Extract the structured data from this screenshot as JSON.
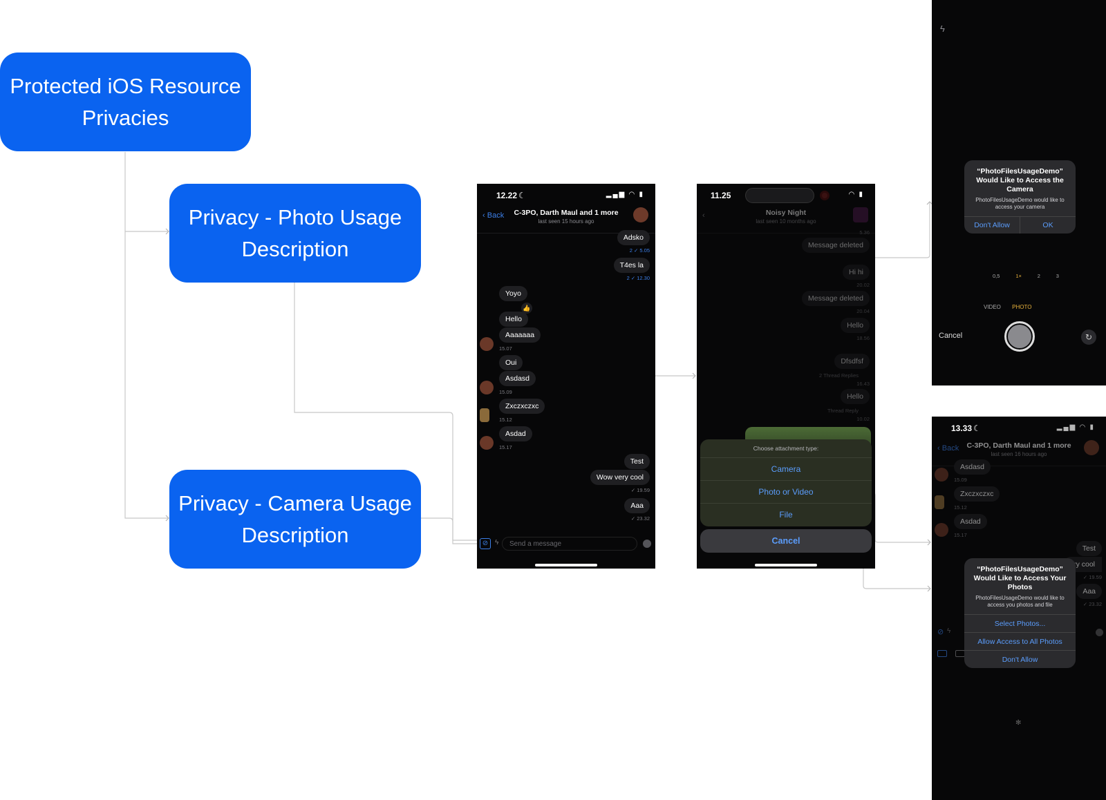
{
  "nodes": {
    "root": {
      "line1": "Protected iOS Resource",
      "line2": "Privacies"
    },
    "photo": {
      "line1": "Privacy - Photo Usage",
      "line2": "Description"
    },
    "camera": {
      "line1": "Privacy - Camera Usage",
      "line2": "Description"
    }
  },
  "colors": {
    "node": "#0a63f0",
    "link": "#c8c8c8",
    "accent": "#3c7fe8"
  },
  "chat1": {
    "time": "12.22",
    "back": "Back",
    "title": "C-3PO, Darth Maul and 1 more",
    "subtitle": "last seen 15 hours ago",
    "messages": [
      {
        "text": "Adsko",
        "meta": "2 ✓ 5.05"
      },
      {
        "text": "T4es la",
        "meta": "2 ✓ 12.30"
      },
      {
        "text": "Yoyo"
      },
      {
        "text": "Hello"
      },
      {
        "text": "Aaaaaaa",
        "meta": "15.07"
      },
      {
        "text": "Oui"
      },
      {
        "text": "Asdasd",
        "meta": "15.09"
      },
      {
        "text": "Zxczxczxc",
        "meta": "15.12"
      },
      {
        "text": "Asdad",
        "meta": "15.17"
      },
      {
        "text": "Test"
      },
      {
        "text": "Wow very cool",
        "meta": "✓ 19.59"
      },
      {
        "text": "Aaa",
        "meta": "✓ 23.32"
      }
    ],
    "composer_placeholder": "Send a message"
  },
  "chat2": {
    "time": "11.25",
    "title": "Noisy Night",
    "subtitle": "last seen 10 months ago",
    "messages": [
      {
        "text": "5.36"
      },
      {
        "text": "Message deleted"
      },
      {
        "text": "Hi hi",
        "meta": "20.02"
      },
      {
        "text": "Message deleted",
        "meta": "20.04"
      },
      {
        "text": "Hello",
        "meta": "18.56"
      },
      {
        "text": "Dfsdfsf",
        "meta": "16.43"
      },
      {
        "text": "2 Thread Replies"
      },
      {
        "text": "Hello",
        "meta": "10.02"
      },
      {
        "text": "Thread Reply"
      }
    ],
    "sheet": {
      "label": "Choose attachment type:",
      "options": [
        "Camera",
        "Photo or Video",
        "File"
      ],
      "cancel": "Cancel"
    }
  },
  "camera_screen": {
    "alert_title": "“PhotoFilesUsageDemo” Would Like to Access the Camera",
    "alert_message": "PhotoFilesUsageDemo would like to access your camera",
    "deny": "Don't Allow",
    "ok": "OK",
    "zoom": [
      "0,5",
      "1×",
      "2",
      "3"
    ],
    "modes": [
      "VIDEO",
      "PHOTO"
    ],
    "cancel": "Cancel"
  },
  "photos_screen": {
    "time": "13.33",
    "back": "Back",
    "title": "C-3PO, Darth Maul and 1 more",
    "subtitle": "last seen 16 hours ago",
    "messages": [
      {
        "text": "Asdasd",
        "meta": "15.09"
      },
      {
        "text": "Zxczxczxc",
        "meta": "15.12"
      },
      {
        "text": "Asdad",
        "meta": "15.17"
      },
      {
        "text": "Test"
      },
      {
        "text": "ery cool",
        "meta": "✓ 19.59"
      },
      {
        "text": "Aaa",
        "meta": "✓ 23.32"
      }
    ],
    "alert_title": "“PhotoFilesUsageDemo” Would Like to Access Your Photos",
    "alert_message": "PhotoFilesUsageDemo would like to access you photos and file",
    "options": [
      "Select Photos...",
      "Allow Access to All Photos",
      "Don't Allow"
    ]
  }
}
